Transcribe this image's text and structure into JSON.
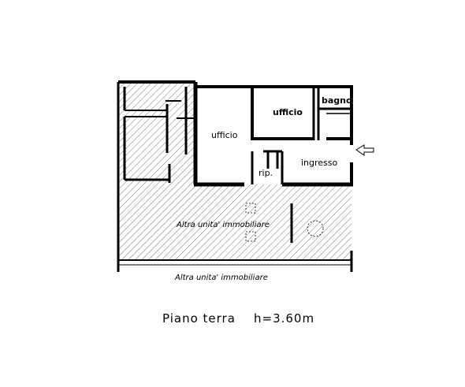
{
  "labels": {
    "ufficio_big": "ufficio",
    "ufficio_small": "ufficio",
    "bagno": "bagno",
    "rip": "rip.",
    "ingresso": "ingresso",
    "altra_unita_inner": "Altra unita' immobiliare",
    "altra_unita_bottom": "Altra unita' immobiliare"
  },
  "caption": {
    "floor": "Piano terra",
    "height": "h=3.60m"
  }
}
